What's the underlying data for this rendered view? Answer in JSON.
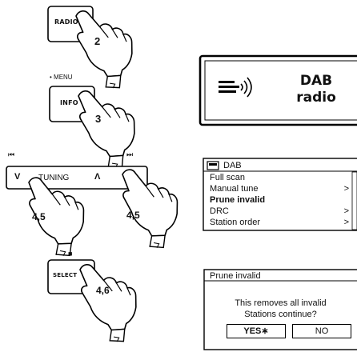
{
  "buttons": {
    "radio": {
      "label": "RADIO",
      "step": "2"
    },
    "info": {
      "caption": "• MENU",
      "label": "INFO",
      "step": "3"
    },
    "tuning": {
      "label": "TUNING",
      "prev_symbol": "⏮",
      "next_symbol": "⏭",
      "down_symbol": "V",
      "up_symbol": "Λ",
      "step_left": "4,5",
      "step_right": "4,5"
    },
    "select": {
      "top_symbol": "■",
      "label": "SELECT",
      "step": "4,6"
    }
  },
  "screen_splash": {
    "line1": "DAB",
    "line2": "radio"
  },
  "screen_menu": {
    "title": "DAB",
    "items": [
      {
        "label": "Full scan",
        "arrow": ""
      },
      {
        "label": "Manual tune",
        "arrow": ">"
      },
      {
        "label": "Prune invalid",
        "arrow": ""
      },
      {
        "label": "DRC",
        "arrow": ">"
      },
      {
        "label": "Station order",
        "arrow": ">"
      }
    ]
  },
  "screen_confirm": {
    "title": "Prune invalid",
    "message_line1": "This removes all invalid",
    "message_line2": "Stations continue?",
    "yes_label": "YES∗",
    "no_label": "NO"
  }
}
